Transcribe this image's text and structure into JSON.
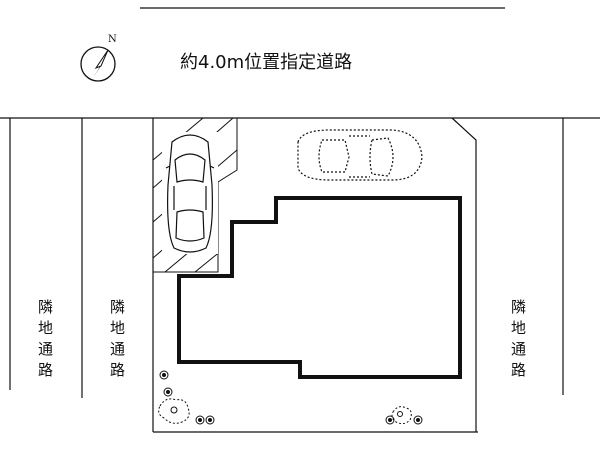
{
  "road_top": {
    "label": "約4.0m位置指定道路"
  },
  "compass": {
    "label": "N"
  },
  "side_roads": {
    "left_outer": [
      "隣",
      "地",
      "通",
      "路"
    ],
    "left_inner": [
      "隣",
      "地",
      "通",
      "路"
    ],
    "right": [
      "隣",
      "地",
      "通",
      "路"
    ]
  }
}
